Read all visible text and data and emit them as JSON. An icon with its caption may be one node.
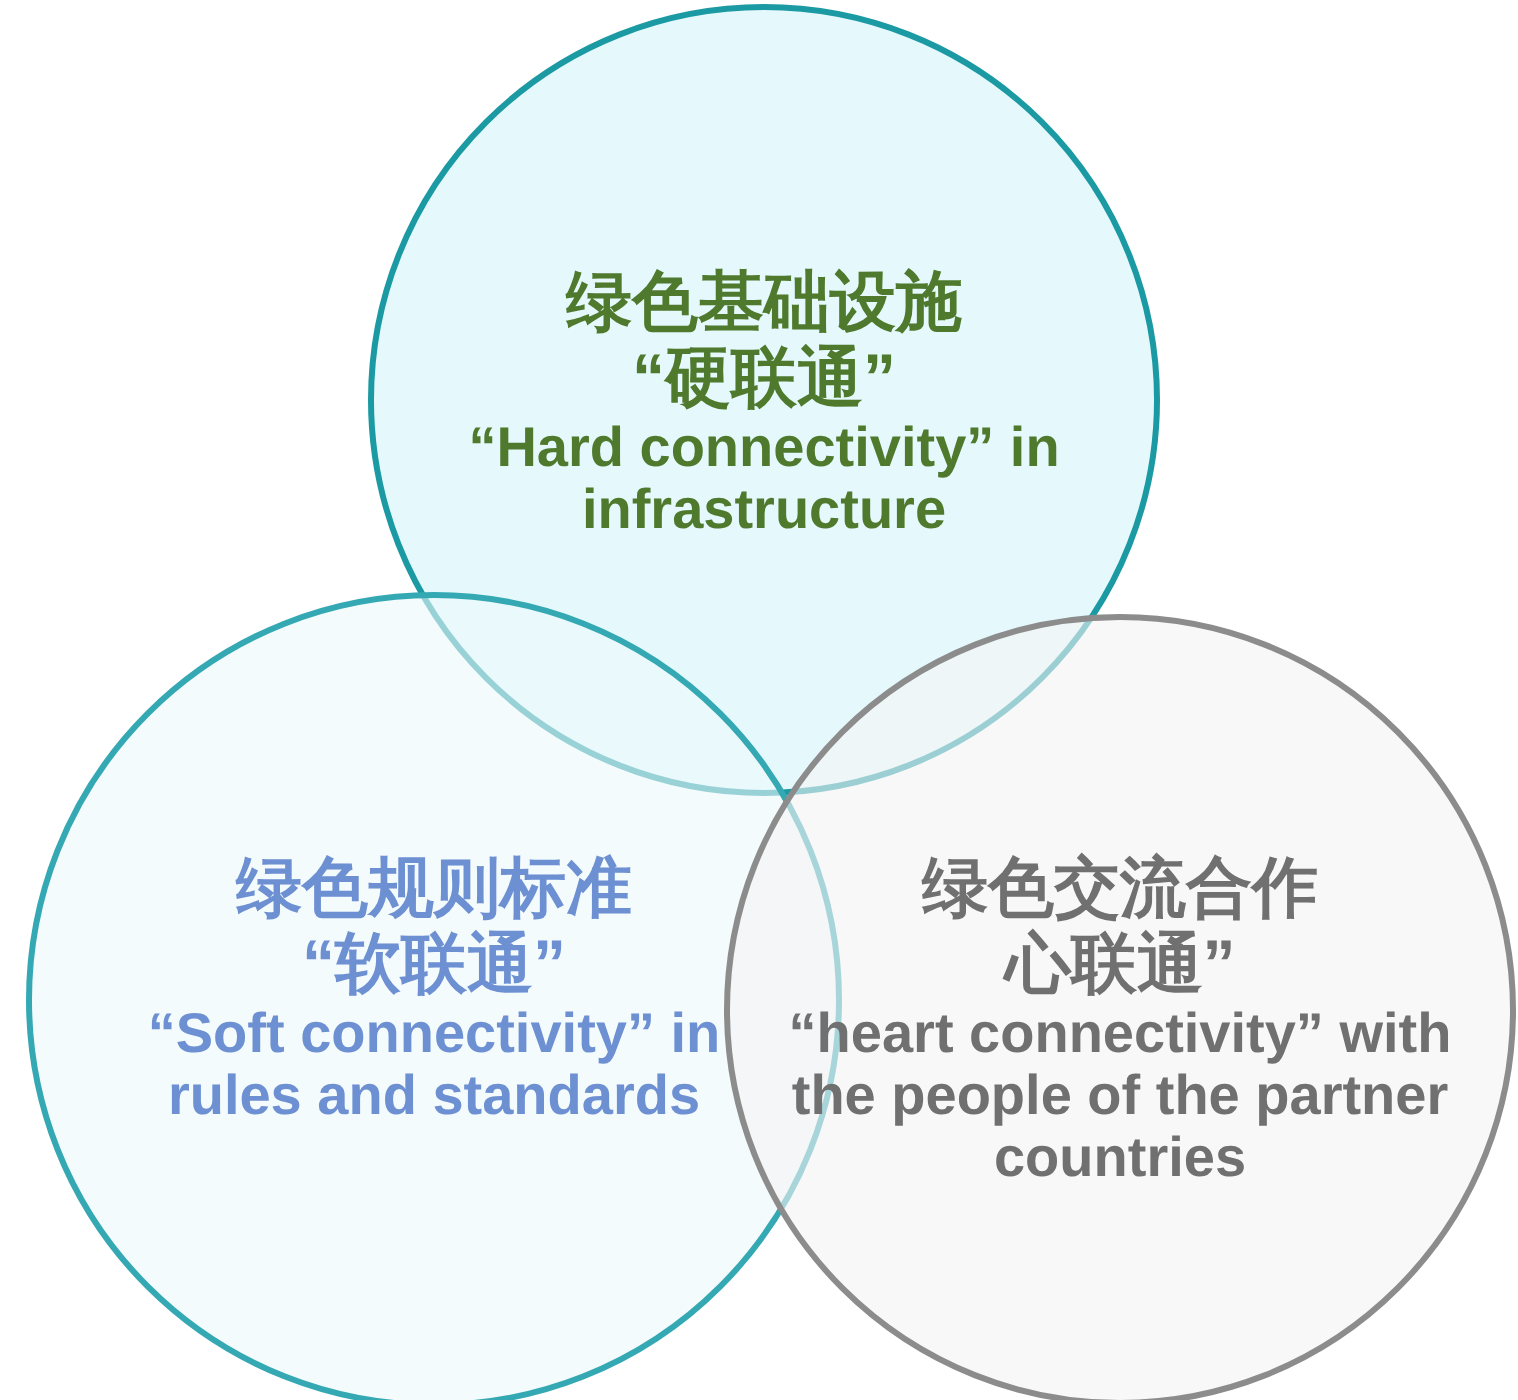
{
  "diagram": {
    "nodes": [
      {
        "text": [
          "绿色基础设施",
          "“硬联通”",
          "“Hard connectivity” in infrastructure"
        ]
      },
      {
        "text": [
          "绿色规则标准",
          "“软联通”",
          "“Soft connectivity” in rules and standards"
        ]
      },
      {
        "text": [
          "绿色交流合作",
          "心联通”",
          "“heart connectivity” with the people of the partner countries"
        ]
      }
    ],
    "edges": []
  }
}
